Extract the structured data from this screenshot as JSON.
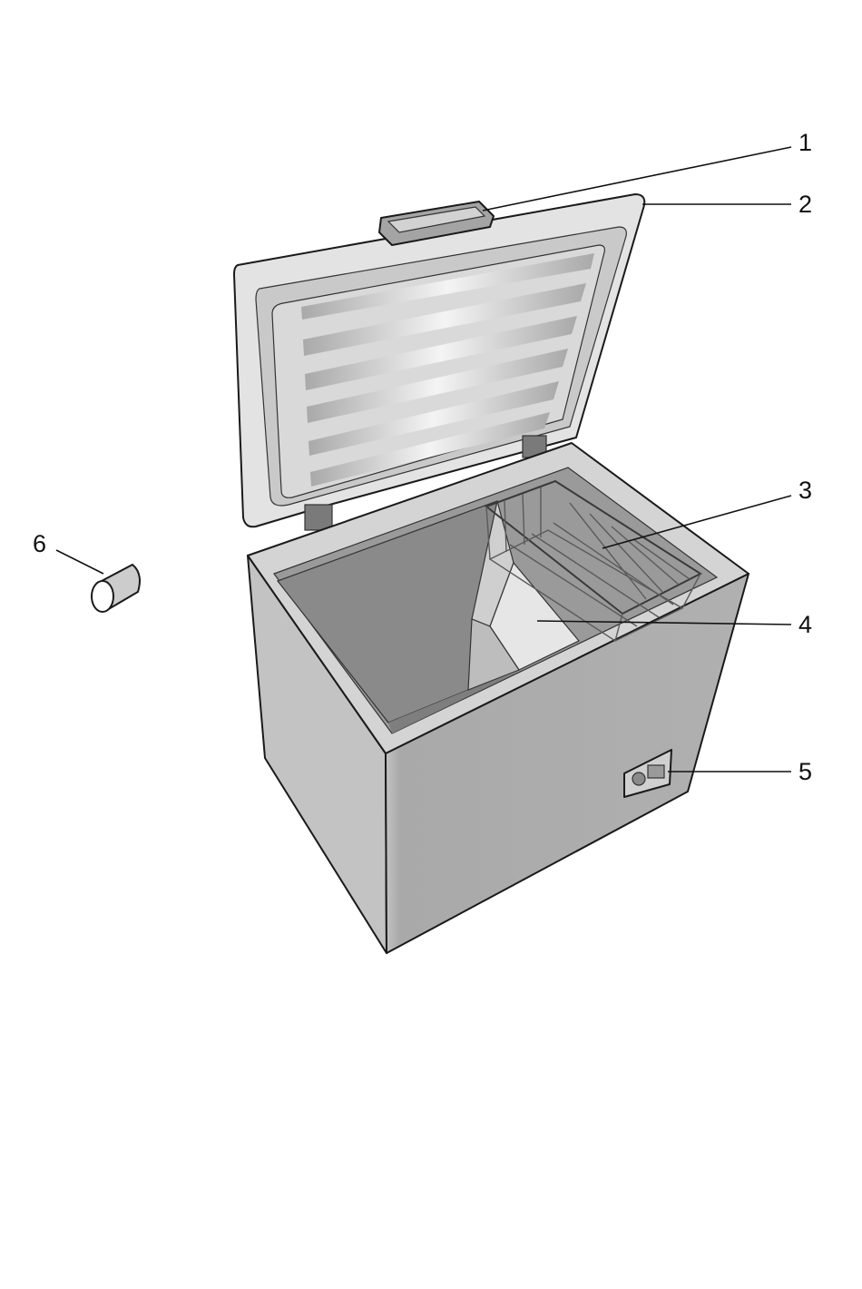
{
  "diagram": {
    "colors": {
      "body_front": "#adadad",
      "body_side": "#b4b4b4",
      "rim": "#d6d6d6",
      "interior_dark": "#8e8e8e",
      "lid_frame": "#e2e2e2",
      "outline": "#1a1a1a"
    },
    "callouts": [
      {
        "id": "1",
        "label": "1"
      },
      {
        "id": "2",
        "label": "2"
      },
      {
        "id": "3",
        "label": "3"
      },
      {
        "id": "4",
        "label": "4"
      },
      {
        "id": "5",
        "label": "5"
      },
      {
        "id": "6",
        "label": "6"
      }
    ]
  }
}
